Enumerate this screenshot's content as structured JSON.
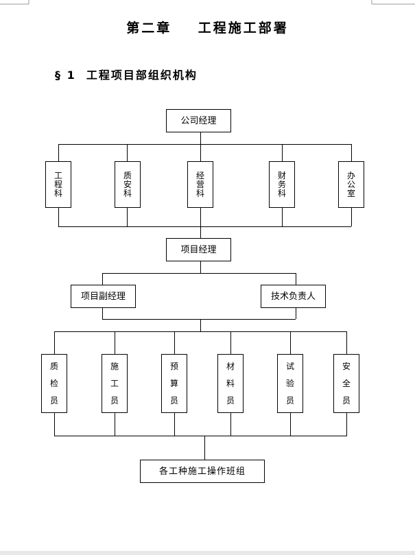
{
  "document": {
    "chapter_title": "第二章    工程施工部署",
    "section_title": "§ 1  工程项目部组织机构"
  },
  "org_chart": {
    "company_manager": "公司经理",
    "departments": [
      "工程科",
      "质安科",
      "经营科",
      "财务科",
      "办公室"
    ],
    "project_manager": "项目经理",
    "deputies": [
      "项目副经理",
      "技术负责人"
    ],
    "staff": [
      "质检员",
      "施工员",
      "预算员",
      "材料员",
      "试验员",
      "安全员"
    ],
    "work_teams": "各工种施工操作班组"
  }
}
